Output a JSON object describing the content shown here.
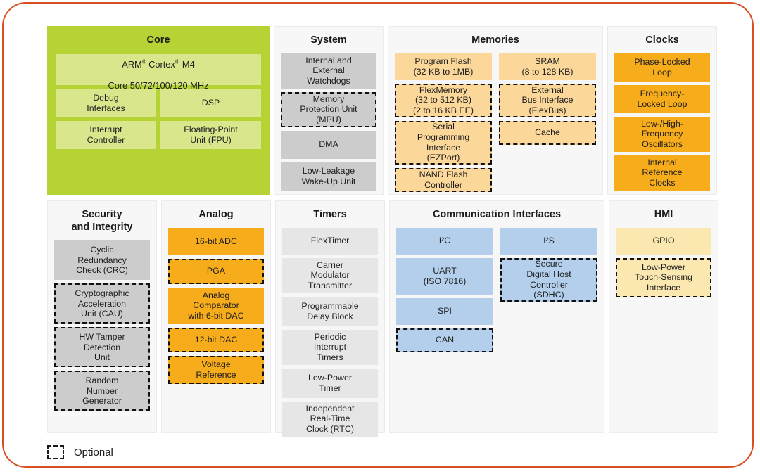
{
  "frame": {
    "border_color": "#d94f22"
  },
  "legend": {
    "label": "Optional",
    "swatch_name": "dashed-box"
  },
  "palette": {
    "core_panel": "#b5d334",
    "core_block": "#d9e68c",
    "gray_block": "#cccccc",
    "gray_light_block": "#e6e6e6",
    "orange_block": "#fbd79a",
    "amber_block": "#f7ac1c",
    "blue_block": "#b3cfec",
    "cream_block": "#fbe7b0",
    "panel_bg": "#f7f7f7"
  },
  "panels": {
    "core": {
      "title": "Core",
      "main": {
        "line1": "ARM® Cortex®-M4",
        "line2": "Core 50/72/100/120 MHz",
        "optional": false
      },
      "blocks": [
        {
          "label": "Debug\nInterfaces",
          "optional": false
        },
        {
          "label": "DSP",
          "optional": false
        },
        {
          "label": "Interrupt\nController",
          "optional": false
        },
        {
          "label": "Floating-Point\nUnit (FPU)",
          "optional": false
        }
      ]
    },
    "system": {
      "title": "System",
      "blocks": [
        {
          "label": "Internal and\nExternal\nWatchdogs",
          "optional": false,
          "h": 50
        },
        {
          "label": "Memory\nProtection Unit\n(MPU)",
          "optional": true,
          "h": 50
        },
        {
          "label": "DMA",
          "optional": false,
          "h": 40
        },
        {
          "label": "Low-Leakage\nWake-Up Unit",
          "optional": false,
          "h": 40
        }
      ]
    },
    "memories": {
      "title": "Memories",
      "left_blocks": [
        {
          "label": "Program Flash\n(32 KB to 1MB)",
          "optional": false,
          "h": 38
        },
        {
          "label": "FlexMemory\n(32 to 512 KB)\n(2 to 16 KB EE)",
          "optional": true,
          "h": 48
        },
        {
          "label": "Serial\nProgramming\nInterface\n(EZPort)",
          "optional": true,
          "h": 62
        },
        {
          "label": "NAND Flash\nController",
          "optional": true,
          "h": 34
        }
      ],
      "right_blocks": [
        {
          "label": "SRAM\n(8 to 128 KB)",
          "optional": false,
          "h": 38
        },
        {
          "label": "External\nBus Interface\n(FlexBus)",
          "optional": true,
          "h": 48
        },
        {
          "label": "Cache",
          "optional": true,
          "h": 34
        }
      ]
    },
    "clocks": {
      "title": "Clocks",
      "blocks": [
        {
          "label": "Phase-Locked\nLoop",
          "optional": false,
          "h": 40
        },
        {
          "label": "Frequency-\nLocked Loop",
          "optional": false,
          "h": 40
        },
        {
          "label": "Low-/High-\nFrequency\nOscillators",
          "optional": false,
          "h": 50
        },
        {
          "label": "Internal\nReference\nClocks",
          "optional": false,
          "h": 50
        }
      ]
    },
    "security": {
      "title": "Security\nand Integrity",
      "blocks": [
        {
          "label": "Cyclic\nRedundancy\nCheck (CRC)",
          "optional": false,
          "h": 57
        },
        {
          "label": "Cryptographic\nAcceleration\nUnit (CAU)",
          "optional": true,
          "h": 57
        },
        {
          "label": "HW Tamper\nDetection\nUnit",
          "optional": true,
          "h": 57
        },
        {
          "label": "Random\nNumber\nGenerator",
          "optional": true,
          "h": 57
        }
      ]
    },
    "analog": {
      "title": "Analog",
      "blocks": [
        {
          "label": "16-bit ADC",
          "optional": false,
          "h": 39
        },
        {
          "label": "PGA",
          "optional": true,
          "h": 36
        },
        {
          "label": "Analog\nComparator\nwith 6-bit DAC",
          "optional": false,
          "h": 52
        },
        {
          "label": "12-bit DAC",
          "optional": true,
          "h": 35
        },
        {
          "label": "Voltage\nReference",
          "optional": true,
          "h": 40
        }
      ]
    },
    "timers": {
      "title": "Timers",
      "blocks": [
        {
          "label": "FlexTimer",
          "optional": false,
          "h": 38
        },
        {
          "label": "Carrier\nModulator\nTransmitter",
          "optional": false,
          "h": 50
        },
        {
          "label": "Programmable\nDelay Block",
          "optional": false,
          "h": 42
        },
        {
          "label": "Periodic\nInterrupt\nTimers",
          "optional": false,
          "h": 50
        },
        {
          "label": "Low-Power\nTimer",
          "optional": false,
          "h": 42
        },
        {
          "label": "Independent\nReal-Time\nClock (RTC)",
          "optional": false,
          "h": 50
        }
      ]
    },
    "communication": {
      "title": "Communication Interfaces",
      "left_blocks": [
        {
          "label": "I²C",
          "optional": false,
          "h": 38
        },
        {
          "label": "UART\n(ISO 7816)",
          "optional": false,
          "h": 52
        },
        {
          "label": "SPI",
          "optional": false,
          "h": 38
        },
        {
          "label": "CAN",
          "optional": true,
          "h": 34
        }
      ],
      "right_blocks": [
        {
          "label": "I²S",
          "optional": false,
          "h": 38
        },
        {
          "label": "Secure\nDigital Host\nController\n(SDHC)",
          "optional": true,
          "h": 62
        }
      ]
    },
    "hmi": {
      "title": "HMI",
      "blocks": [
        {
          "label": "GPIO",
          "optional": false,
          "h": 38
        },
        {
          "label": "Low-Power\nTouch-Sensing\nInterface",
          "optional": true,
          "h": 56
        }
      ]
    }
  }
}
